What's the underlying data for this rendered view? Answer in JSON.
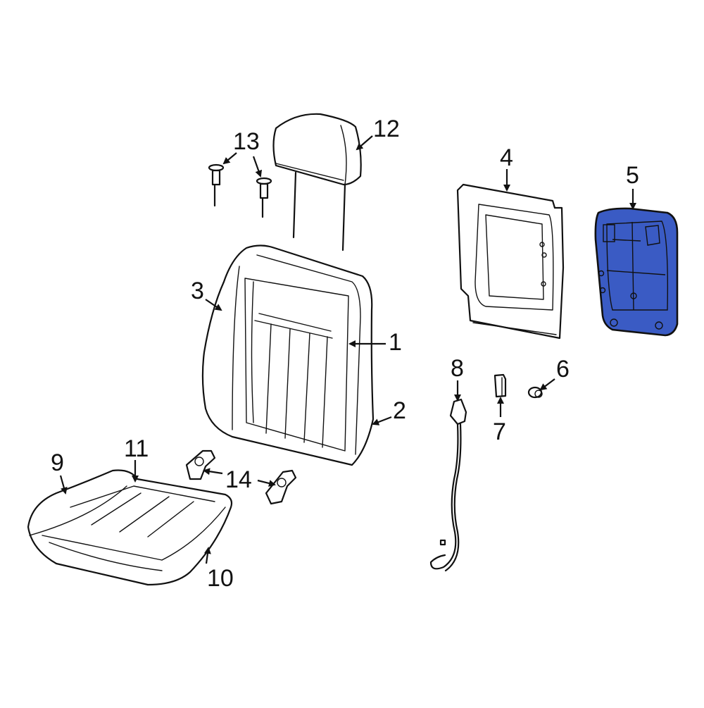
{
  "diagram": {
    "title": "Seat assembly exploded parts diagram",
    "highlight_color": "#3a5bc4",
    "outline_color": "#111111",
    "background": "#ffffff",
    "highlighted_part": "5",
    "callouts": [
      {
        "id": "1",
        "label": "1",
        "part": "seat-back-frame-pad"
      },
      {
        "id": "2",
        "label": "2",
        "part": "seat-back-cover"
      },
      {
        "id": "3",
        "label": "3",
        "part": "seat-back-outer-cover"
      },
      {
        "id": "4",
        "label": "4",
        "part": "seat-back-panel-frame"
      },
      {
        "id": "5",
        "label": "5",
        "part": "seat-back-panel"
      },
      {
        "id": "6",
        "label": "6",
        "part": "button"
      },
      {
        "id": "7",
        "label": "7",
        "part": "clip"
      },
      {
        "id": "8",
        "label": "8",
        "part": "wiring-harness"
      },
      {
        "id": "9",
        "label": "9",
        "part": "seat-cushion-cover"
      },
      {
        "id": "10",
        "label": "10",
        "part": "seat-cushion-pad"
      },
      {
        "id": "11",
        "label": "11",
        "part": "cushion-insert"
      },
      {
        "id": "12",
        "label": "12",
        "part": "headrest"
      },
      {
        "id": "13",
        "label": "13",
        "part": "headrest-guide"
      },
      {
        "id": "14",
        "label": "14",
        "part": "retainer-clip"
      }
    ]
  }
}
